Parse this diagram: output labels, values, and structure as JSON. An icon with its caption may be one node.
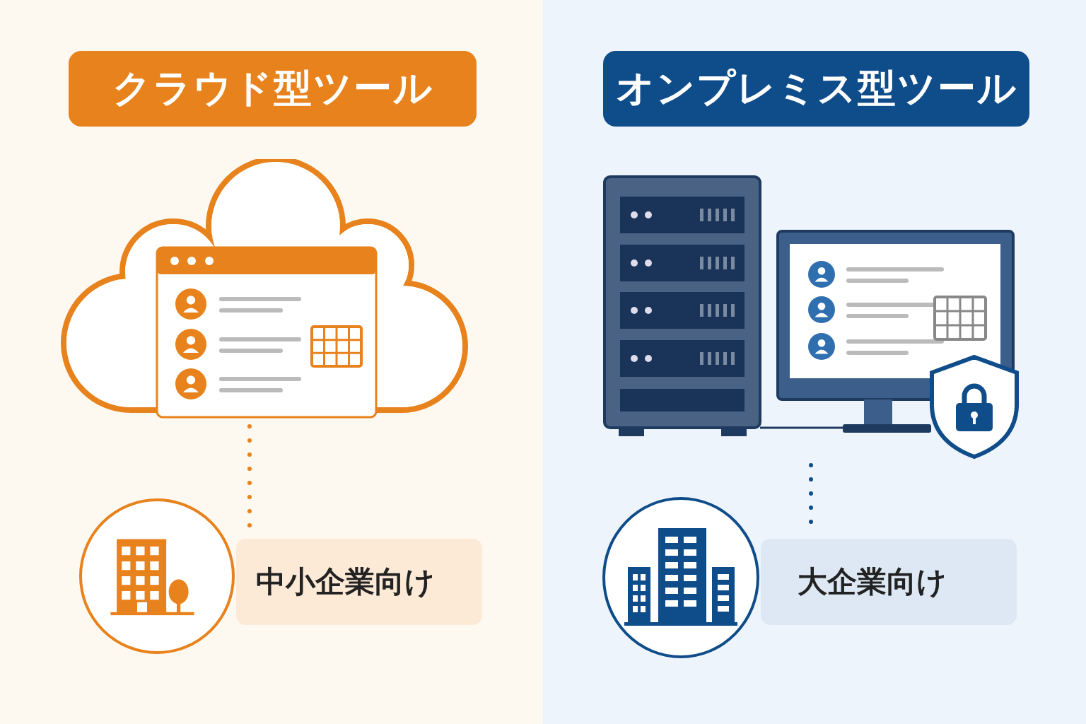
{
  "diagram": {
    "nodes": [
      {
        "text": [
          "クラウド型ツール"
        ]
      },
      {
        "text": [],
        "shape": "picture"
      },
      {
        "text": [],
        "shape": "circle"
      },
      {
        "text": [
          "中小企業向け"
        ]
      },
      {
        "text": [
          "オンプレミス型ツール"
        ]
      },
      {
        "text": [],
        "shape": "picture"
      },
      {
        "text": [],
        "shape": "circle"
      },
      {
        "text": [
          "大企業向け"
        ]
      }
    ],
    "edges": [
      {
        "from": 1,
        "to": 3,
        "arrow": "none",
        "style": "dashed",
        "color": "#e8821c"
      },
      {
        "from": 5,
        "to": 7,
        "arrow": "none",
        "style": "dashed",
        "color": "#0f4c8a"
      }
    ]
  }
}
